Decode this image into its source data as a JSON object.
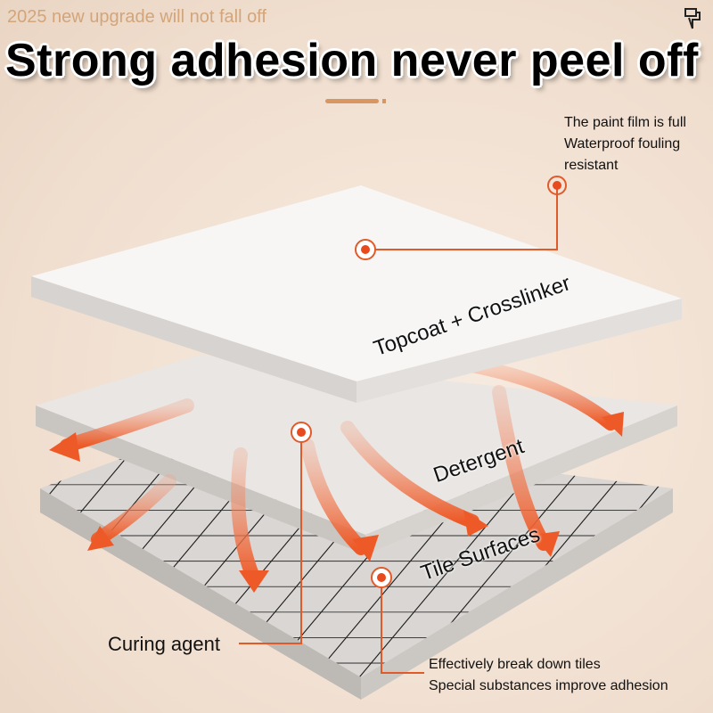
{
  "header": {
    "subtitle": "2025 new upgrade will not fall off",
    "title": "Strong adhesion never peel off",
    "logo_icon": "paint-roller-icon"
  },
  "layers": {
    "topcoat": "Topcoat + Crosslinker",
    "detergent": "Detergent",
    "tile": "Tile Surfaces"
  },
  "callouts": {
    "paint_film": [
      "The paint film is full",
      "Waterproof fouling",
      "resistant"
    ],
    "curing": "Curing agent",
    "tiles": [
      "Effectively break down tiles",
      "Special substances improve adhesion"
    ]
  },
  "colors": {
    "accent": "#e8491d",
    "subtitle": "#d2a57b",
    "line": "#e05a2a"
  }
}
